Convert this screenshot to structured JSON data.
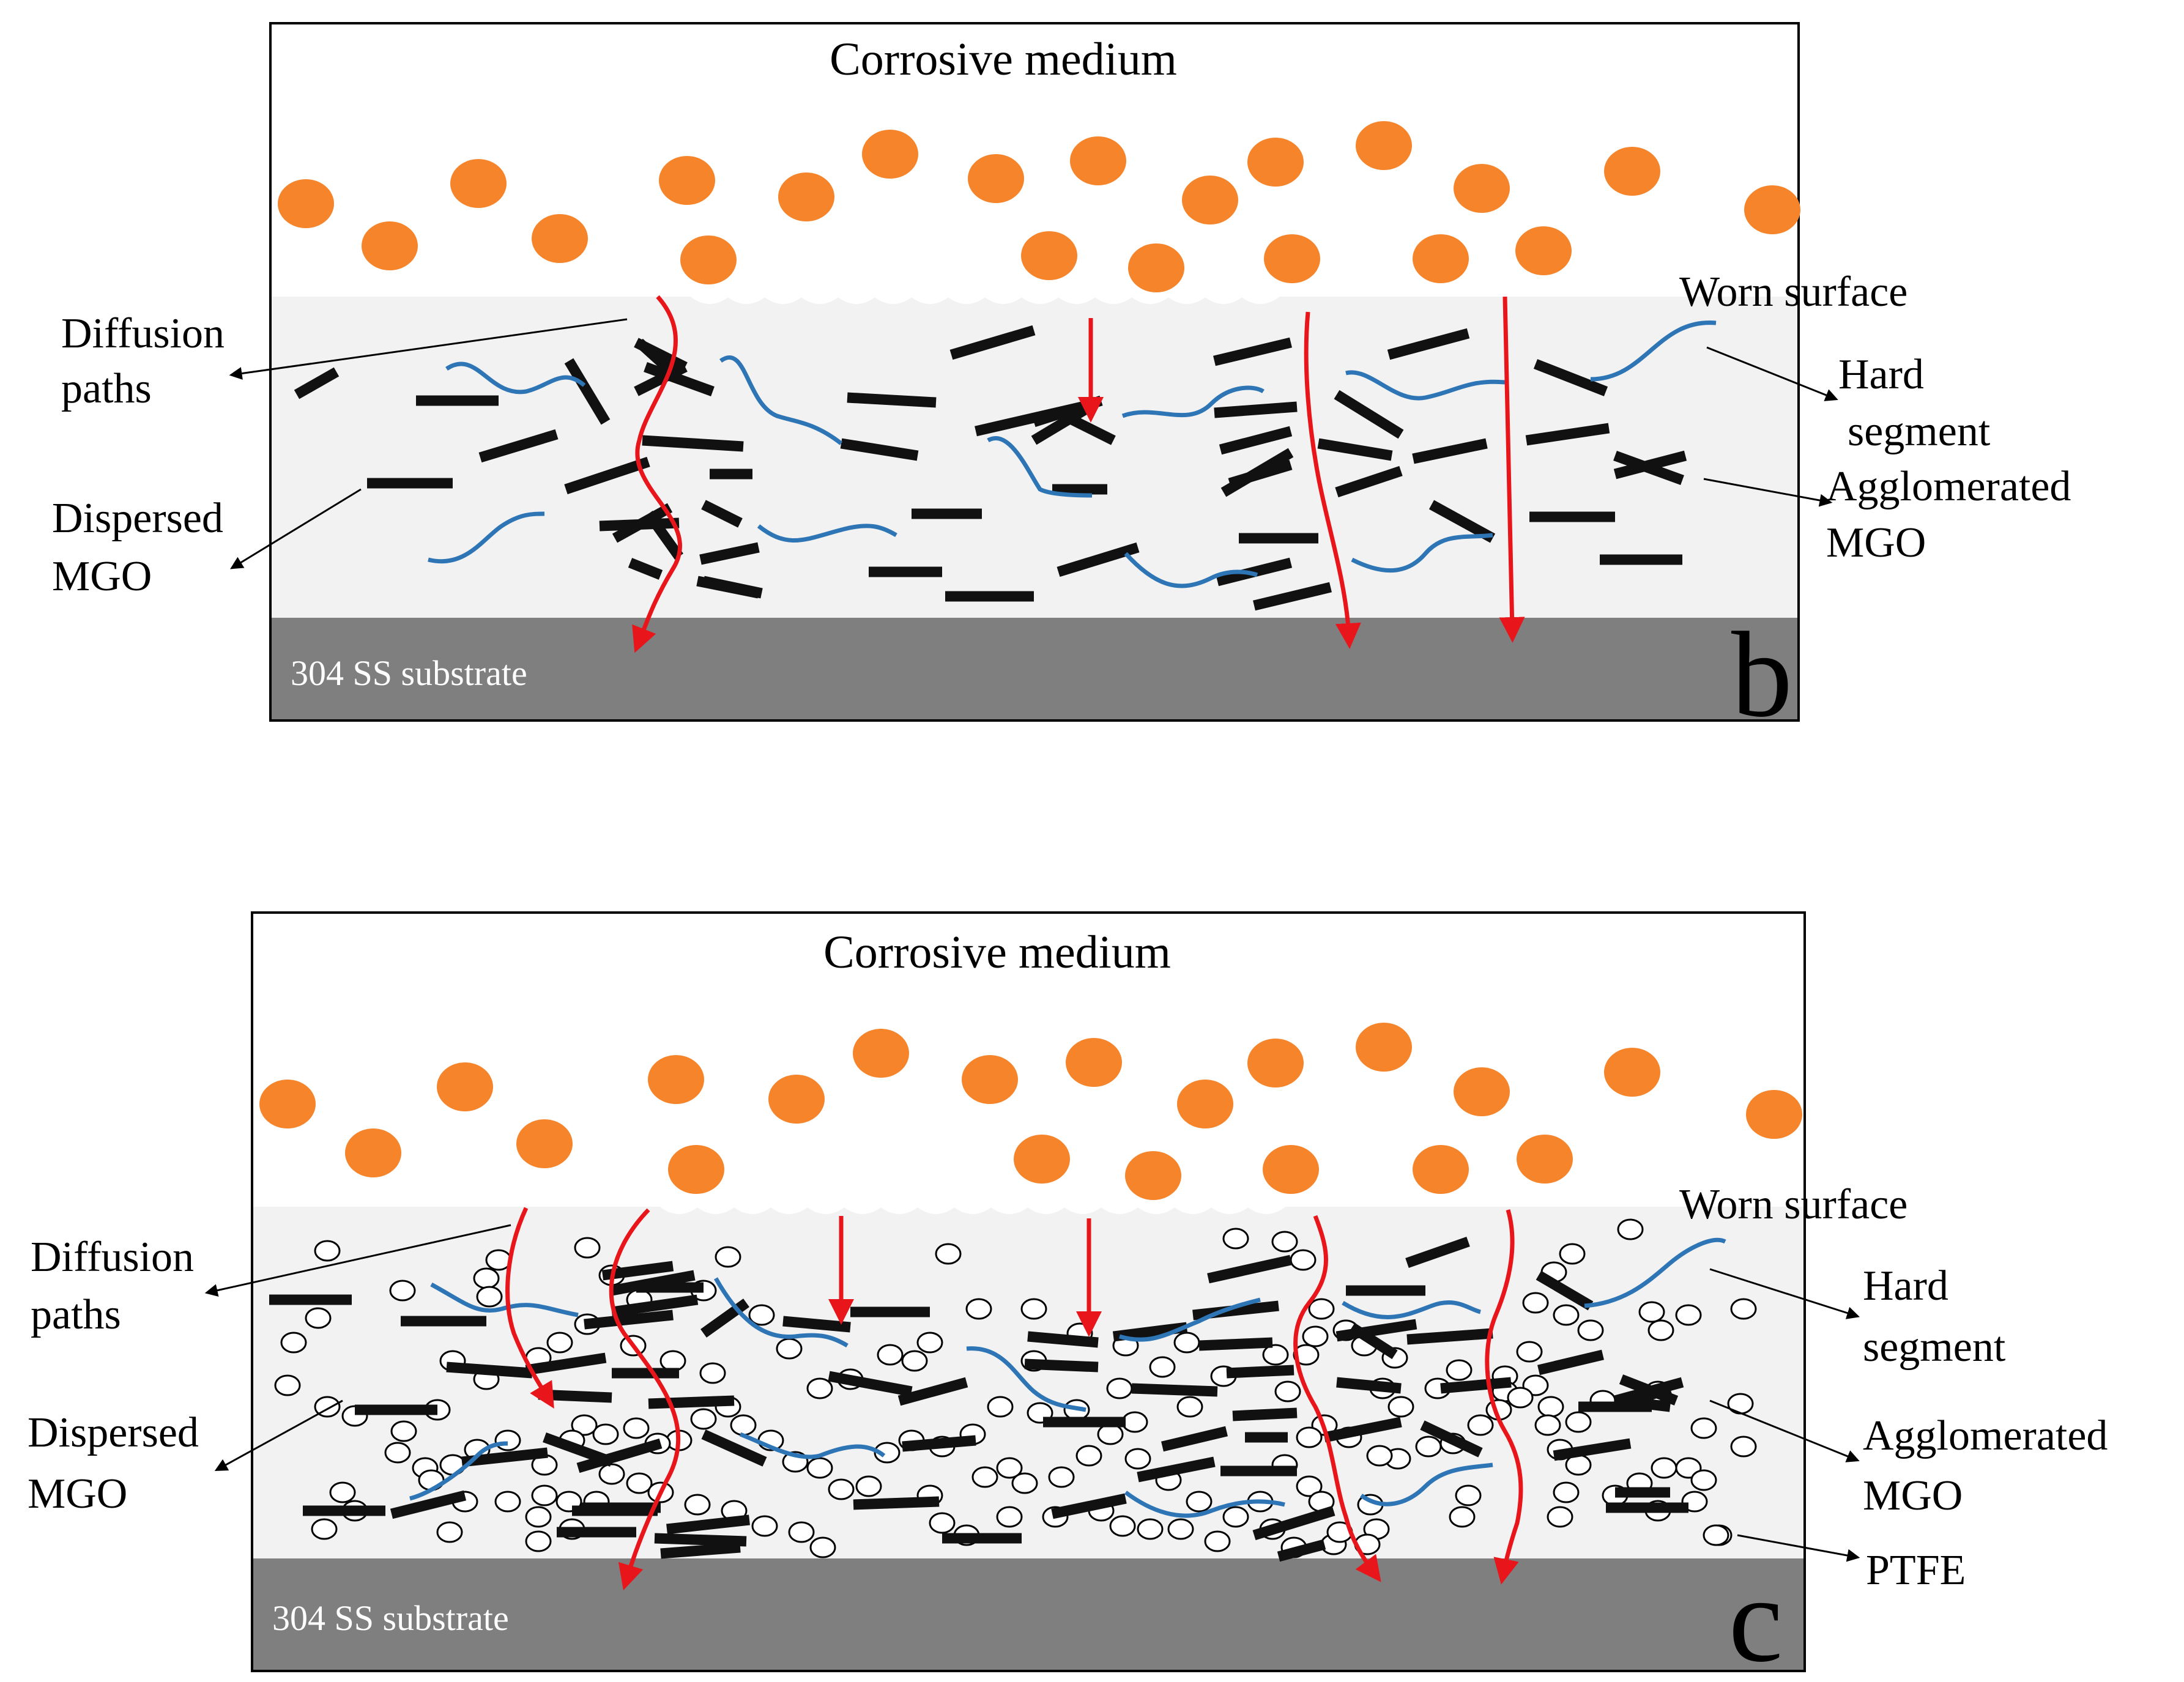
{
  "panels": [
    {
      "id": "b",
      "panel_letter": "b",
      "corrosive_medium_label": "Corrosive medium",
      "worn_surface_label": "Worn surface",
      "hard_segment_label": [
        "Hard",
        "segment"
      ],
      "agglomerated_label": [
        "Agglomerated",
        "MGO"
      ],
      "diffusion_label": [
        "Diffusion",
        "paths"
      ],
      "dispersed_label": [
        "Dispersed",
        "MGO"
      ],
      "substrate_label": "304 SS substrate"
    },
    {
      "id": "c",
      "panel_letter": "c",
      "corrosive_medium_label": "Corrosive medium",
      "worn_surface_label": "Worn surface",
      "hard_segment_label": [
        "Hard",
        "segment"
      ],
      "agglomerated_label": [
        "Agglomerated",
        "MGO"
      ],
      "diffusion_label": [
        "Diffusion",
        "paths"
      ],
      "dispersed_label": [
        "Dispersed",
        "MGO"
      ],
      "substrate_label": "304 SS substrate",
      "ptfe_label": "PTFE"
    }
  ],
  "colors": {
    "corrosive_particle": "#F5842B",
    "coating": "#F2F2F2",
    "substrate": "#7F7F7F",
    "substrate_text": "#FFFFFF",
    "mgo_sheet": "#111111",
    "hard_segment": "#2E75B6",
    "diffusion_arrow": "#E8151B",
    "ptfe_particle_fill": "#FFFFFF",
    "text": "#000000"
  }
}
